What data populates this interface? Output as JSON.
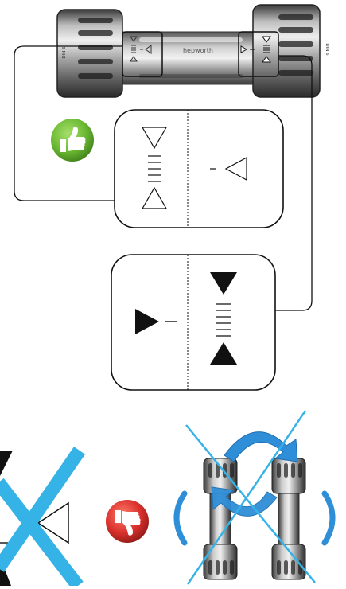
{
  "coupling": {
    "brand_text": "hepworth",
    "left_cap_text": "DIN 6",
    "right_cap_text": "DIN 6"
  },
  "icons": {
    "thumbs_up": "thumbs-up-icon",
    "thumbs_down": "thumbs-down-icon",
    "cross": "cross-mark-icon",
    "rotate_arrows": "rotate-arrows-icon"
  },
  "colors": {
    "good": "#6ab832",
    "bad": "#d9302c",
    "cross": "#36b3e6",
    "arrow": "#2f8ed8"
  }
}
